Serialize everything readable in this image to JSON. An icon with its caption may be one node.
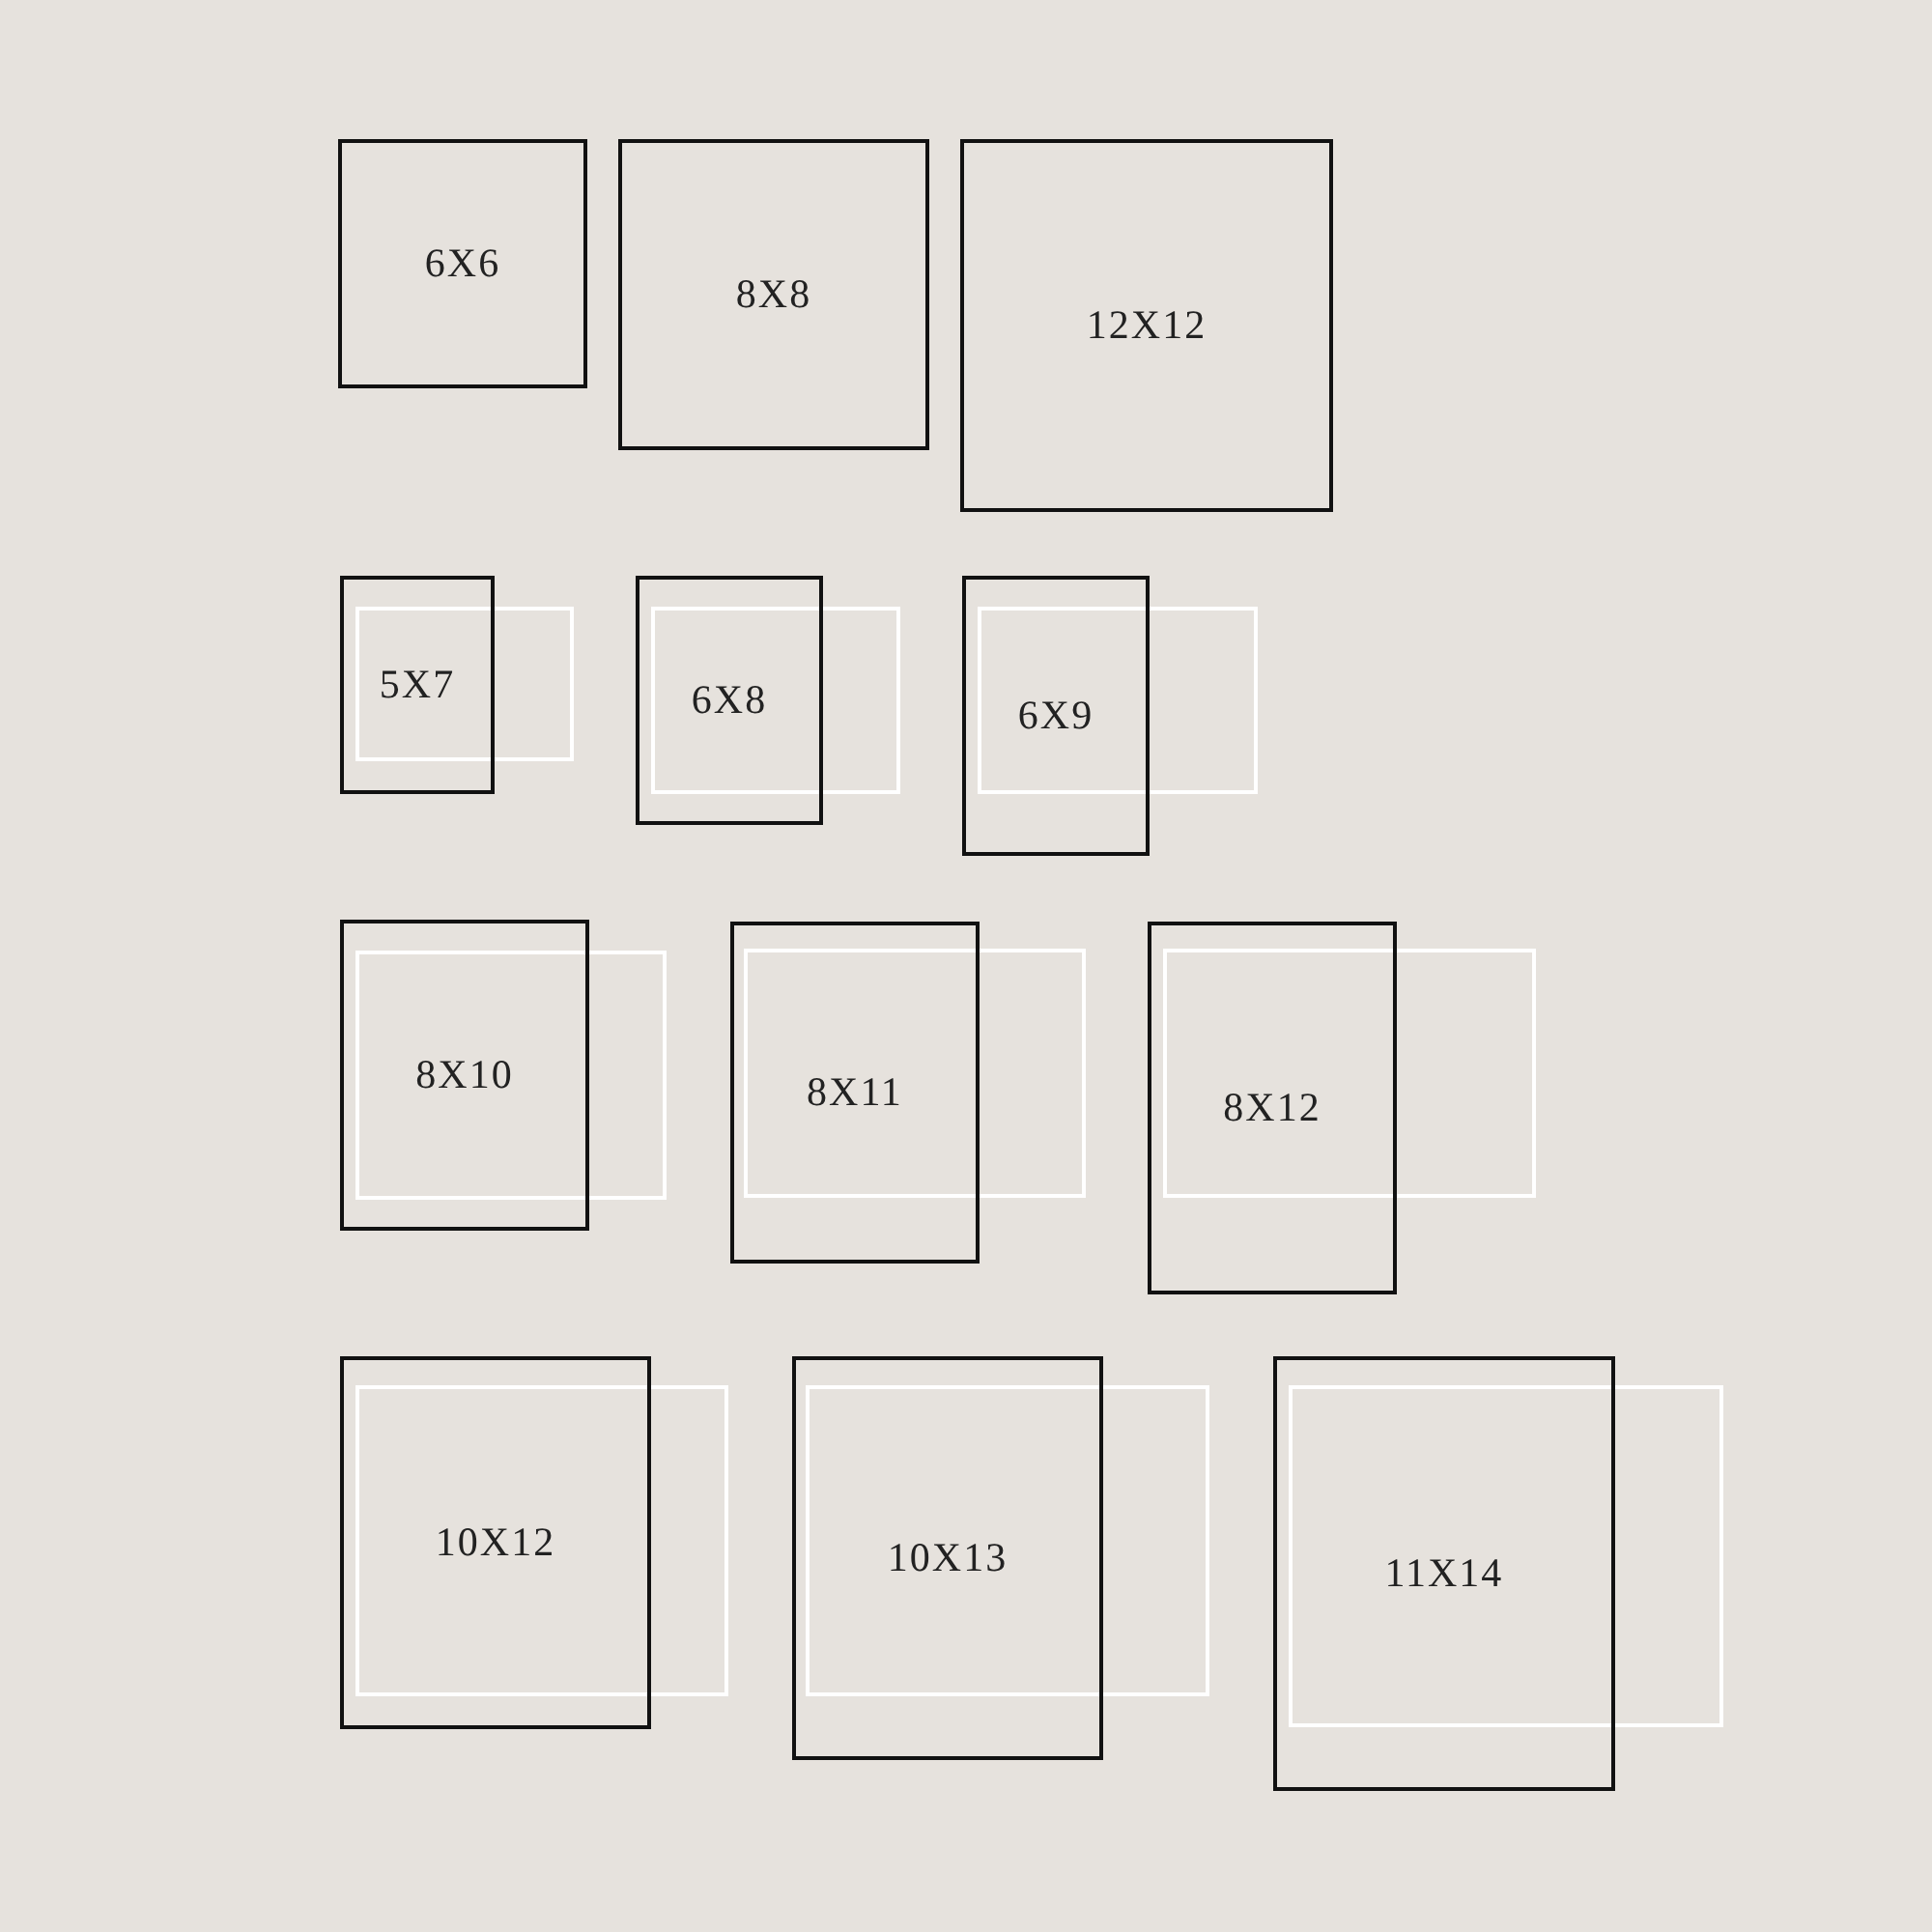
{
  "diagram": {
    "nodes": [
      {
        "text": [
          "6X6"
        ]
      },
      {
        "text": [
          "8X8"
        ]
      },
      {
        "text": [
          "12X12"
        ]
      },
      {
        "text": [
          "5X7"
        ]
      },
      {
        "text": [],
        "shape": "box"
      },
      {
        "text": [
          "6X8"
        ]
      },
      {
        "text": [],
        "shape": "box"
      },
      {
        "text": [
          "6X9"
        ]
      },
      {
        "text": [],
        "shape": "box"
      },
      {
        "text": [
          "8X10"
        ]
      },
      {
        "text": [],
        "shape": "box"
      },
      {
        "text": [
          "8X11"
        ]
      },
      {
        "text": [],
        "shape": "box"
      },
      {
        "text": [
          "8X12"
        ]
      },
      {
        "text": [],
        "shape": "box"
      },
      {
        "text": [
          "10X12"
        ]
      },
      {
        "text": [],
        "shape": "box"
      },
      {
        "text": [
          "10X13"
        ]
      },
      {
        "text": [],
        "shape": "box"
      },
      {
        "text": [
          "11X14"
        ]
      },
      {
        "text": [],
        "shape": "box"
      }
    ]
  }
}
